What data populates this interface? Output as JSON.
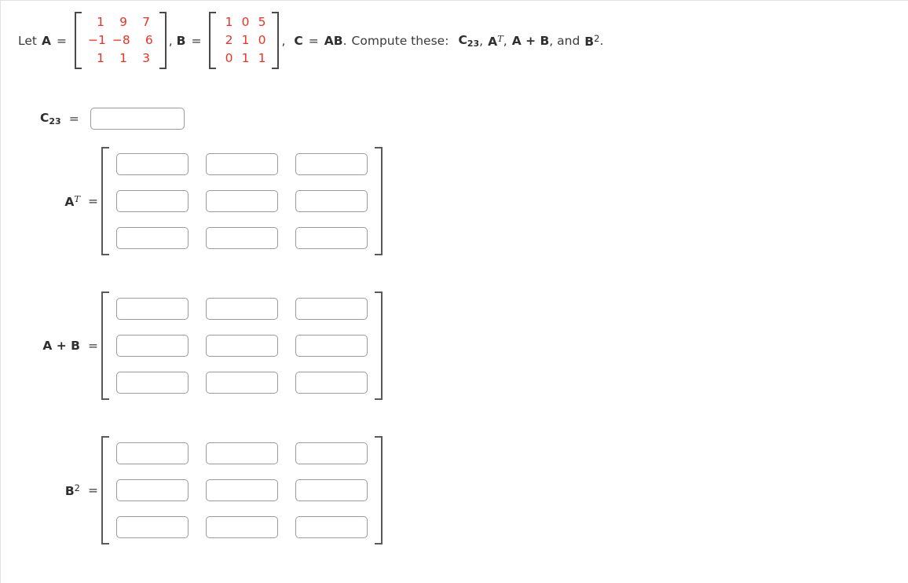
{
  "problem": {
    "lead_text": "Let",
    "matrix_a_label": "A",
    "equals": "=",
    "matrix_a": [
      [
        "1",
        "9",
        "7"
      ],
      [
        "−1",
        "−8",
        "6"
      ],
      [
        "1",
        "1",
        "3"
      ]
    ],
    "comma1": ",",
    "matrix_b_label": "B",
    "matrix_b": [
      [
        "1",
        "0",
        "5"
      ],
      [
        "2",
        "1",
        "0"
      ],
      [
        "0",
        "1",
        "1"
      ]
    ],
    "comma2": ",",
    "c_label": "C",
    "c_equals": "=",
    "c_value": "AB",
    "c_period": ".",
    "prompt": "Compute these:",
    "task_c23_base": "C",
    "task_c23_sub": "23",
    "task_comma1": ",",
    "task_at_base": "A",
    "task_at_sup": "T",
    "task_comma2": ",",
    "task_apb": "A + B",
    "task_comma3": ", and",
    "task_b2_base": "B",
    "task_b2_sup": "2",
    "task_period": ".",
    "entry_color": "#ef3124"
  },
  "answers": {
    "c23": {
      "label_base": "C",
      "label_sub": "23",
      "equals": "=",
      "value": "",
      "placeholder": ""
    },
    "a_transpose": {
      "label_base": "A",
      "label_sup": "T",
      "equals": "=",
      "cells": [
        [
          "",
          "",
          ""
        ],
        [
          "",
          "",
          ""
        ],
        [
          "",
          "",
          ""
        ]
      ]
    },
    "a_plus_b": {
      "label": "A + B",
      "equals": "=",
      "cells": [
        [
          "",
          "",
          ""
        ],
        [
          "",
          "",
          ""
        ],
        [
          "",
          "",
          ""
        ]
      ]
    },
    "b_squared": {
      "label_base": "B",
      "label_sup": "2",
      "equals": "=",
      "cells": [
        [
          "",
          "",
          ""
        ],
        [
          "",
          "",
          ""
        ],
        [
          "",
          "",
          ""
        ]
      ]
    }
  }
}
